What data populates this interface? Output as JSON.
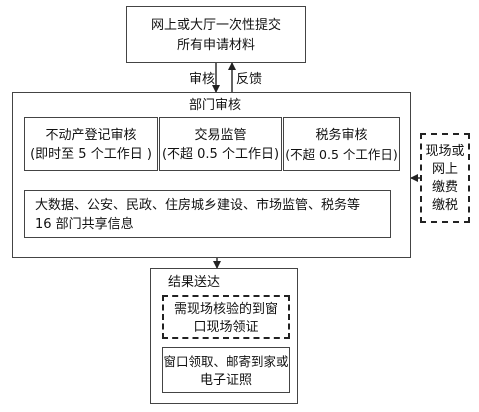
{
  "submit": {
    "line1": "网上或大厅一次性提交",
    "line2": "所有申请材料"
  },
  "arrows": {
    "review": "审核",
    "feedback": "反馈"
  },
  "department": {
    "title": "部门审核",
    "real_estate": {
      "name": "不动产登记审核",
      "time": "(即时至 5 个工作日 )"
    },
    "transaction": {
      "name": "交易监管",
      "time": "(不超 0.5 个工作日)"
    },
    "tax": {
      "name": "税务审核",
      "time": "(不超 0.5 个工作日)"
    },
    "sharing": {
      "line1": "大数据、公安、民政、住房城乡建设、市场监管、税务等",
      "line2": "16 部门共享信息"
    }
  },
  "payment": {
    "line1": "现场或",
    "line2": "网上",
    "line3": "缴费",
    "line4": "缴税"
  },
  "result": {
    "title": "结果送达",
    "onsite": {
      "line1": "需现场核验的到窗",
      "line2": "口现场领证"
    },
    "delivery": {
      "line1": "窗口领取、邮寄到家或",
      "line2": "电子证照"
    }
  }
}
